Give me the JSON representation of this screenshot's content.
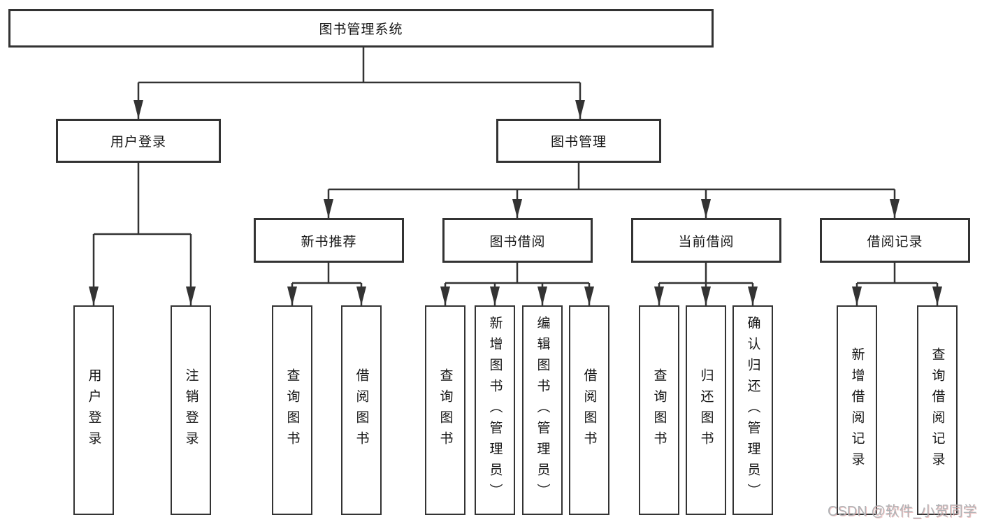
{
  "tree": {
    "root": {
      "label": "图书管理系统",
      "children": [
        {
          "label": "用户登录",
          "children": [
            {
              "label": "用户登录"
            },
            {
              "label": "注销登录"
            }
          ]
        },
        {
          "label": "图书管理",
          "children": [
            {
              "label": "新书推荐",
              "children": [
                {
                  "label": "查询图书"
                },
                {
                  "label": "借阅图书"
                }
              ]
            },
            {
              "label": "图书借阅",
              "children": [
                {
                  "label": "查询图书"
                },
                {
                  "label": "新增图书（管理员）"
                },
                {
                  "label": "编辑图书（管理员）"
                },
                {
                  "label": "借阅图书"
                }
              ]
            },
            {
              "label": "当前借阅",
              "children": [
                {
                  "label": "查询图书"
                },
                {
                  "label": "归还图书"
                },
                {
                  "label": "确认归还（管理员）"
                }
              ]
            },
            {
              "label": "借阅记录",
              "children": [
                {
                  "label": "新增借阅记录"
                },
                {
                  "label": "查询借阅记录"
                }
              ]
            }
          ]
        }
      ]
    }
  },
  "watermark": {
    "text": "CSDN @软件_小贺同学"
  },
  "colors": {
    "line": "#333333",
    "box_border": "#333333",
    "box_fill": "#ffffff",
    "text": "#161616",
    "watermark_text": "#afb3b6"
  }
}
